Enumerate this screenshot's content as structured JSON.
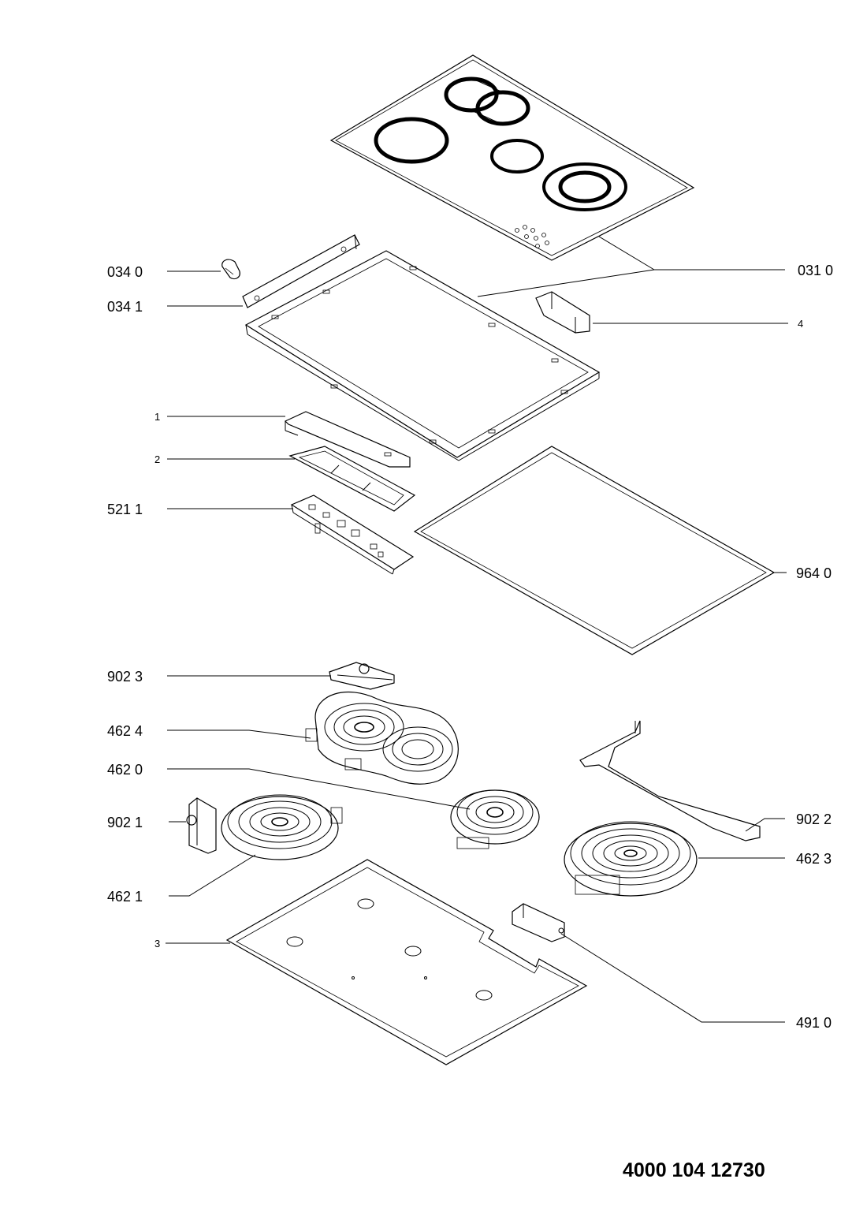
{
  "diagram": {
    "document_number": "4000 104 12730",
    "callouts": [
      {
        "id": "034-0",
        "text": "034 0"
      },
      {
        "id": "034-1",
        "text": "034 1"
      },
      {
        "id": "031-0",
        "text": "031 0"
      },
      {
        "id": "4",
        "text": "4"
      },
      {
        "id": "1",
        "text": "1"
      },
      {
        "id": "2",
        "text": "2"
      },
      {
        "id": "521-1",
        "text": "521 1"
      },
      {
        "id": "964-0",
        "text": "964 0"
      },
      {
        "id": "902-3",
        "text": "902 3"
      },
      {
        "id": "462-4",
        "text": "462 4"
      },
      {
        "id": "462-0",
        "text": "462 0"
      },
      {
        "id": "902-1",
        "text": "902 1"
      },
      {
        "id": "902-2",
        "text": "902 2"
      },
      {
        "id": "462-3",
        "text": "462 3"
      },
      {
        "id": "462-1",
        "text": "462 1"
      },
      {
        "id": "3",
        "text": "3"
      },
      {
        "id": "491-0",
        "text": "491 0"
      }
    ]
  }
}
